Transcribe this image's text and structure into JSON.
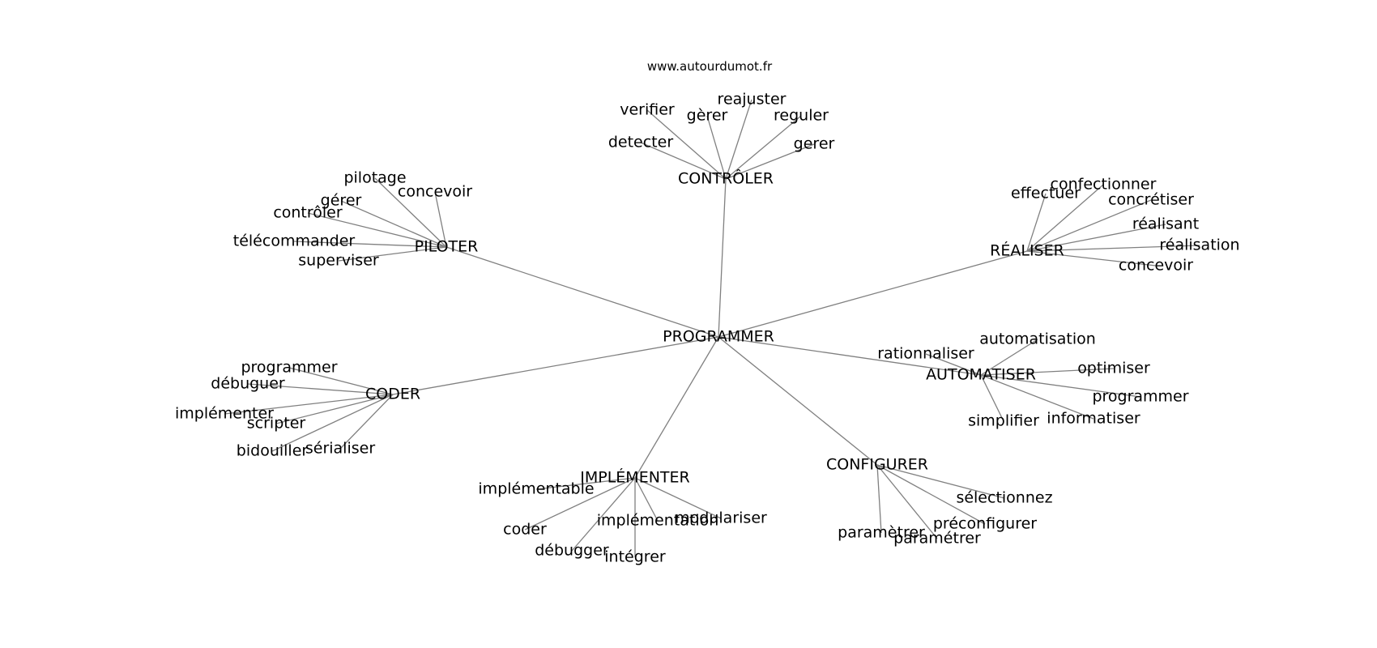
{
  "source": "www.autourdumot.fr",
  "root": "PROGRAMMER",
  "groups": [
    {
      "id": "controler",
      "label": "CONTRÔLER",
      "leaves": [
        "detecter",
        "verifier",
        "gèrer",
        "reajuster",
        "reguler",
        "gerer"
      ]
    },
    {
      "id": "piloter",
      "label": "PILOTER",
      "leaves": [
        "pilotage",
        "concevoir",
        "gérer",
        "contrôler",
        "télécommander",
        "superviser"
      ]
    },
    {
      "id": "realiser",
      "label": "RÉALISER",
      "leaves": [
        "effectuer",
        "confectionner",
        "concrétiser",
        "réalisant",
        "réalisation",
        "concevoir"
      ]
    },
    {
      "id": "coder",
      "label": "CODER",
      "leaves": [
        "programmer",
        "débuguer",
        "implémenter",
        "scripter",
        "bidouiller",
        "sérialiser"
      ]
    },
    {
      "id": "automatiser",
      "label": "AUTOMATISER",
      "leaves": [
        "rationnaliser",
        "automatisation",
        "optimiser",
        "programmer",
        "informatiser",
        "simplifier"
      ]
    },
    {
      "id": "implementer",
      "label": "IMPLÉMENTER",
      "leaves": [
        "implémentable",
        "coder",
        "débugger",
        "intégrer",
        "implémentation",
        "modulariser"
      ]
    },
    {
      "id": "configurer",
      "label": "CONFIGURER",
      "leaves": [
        "sélectionnez",
        "préconfigurer",
        "paramétrer",
        "paramètrer"
      ]
    }
  ]
}
